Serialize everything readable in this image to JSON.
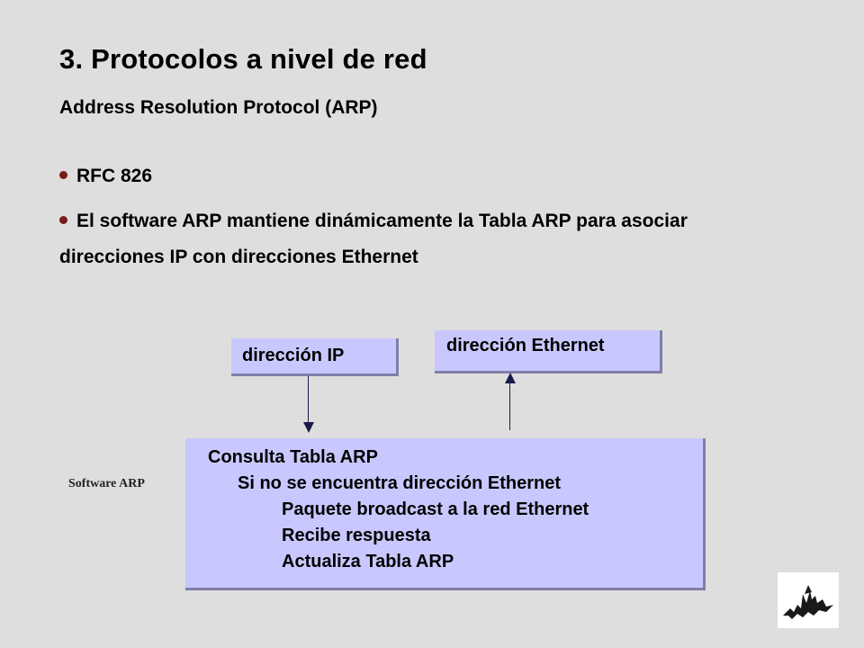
{
  "slide": {
    "title": "3. Protocolos a nivel de red",
    "subtitle": "Address Resolution Protocol (ARP)",
    "bullets": [
      {
        "text": "RFC 826"
      },
      {
        "text": "El software ARP mantiene dinámicamente la Tabla ARP para asociar direcciones IP con direcciones Ethernet"
      }
    ]
  },
  "diagram": {
    "input_box": "dirección IP",
    "output_box": "dirección Ethernet",
    "side_label": "Software ARP",
    "process_lines": [
      "Consulta Tabla ARP",
      "Si no se encuentra dirección Ethernet",
      "Paquete broadcast a la red Ethernet",
      "Recibe respuesta",
      "Actualiza Tabla ARP"
    ]
  },
  "colors": {
    "background": "#dedede",
    "box_fill": "#c8c8ff",
    "box_shadow": "#7f7fa8",
    "bullet": "#7a1a1a",
    "arrow": "#1a1a4a"
  },
  "icons": {
    "logo": "logo-icon"
  }
}
